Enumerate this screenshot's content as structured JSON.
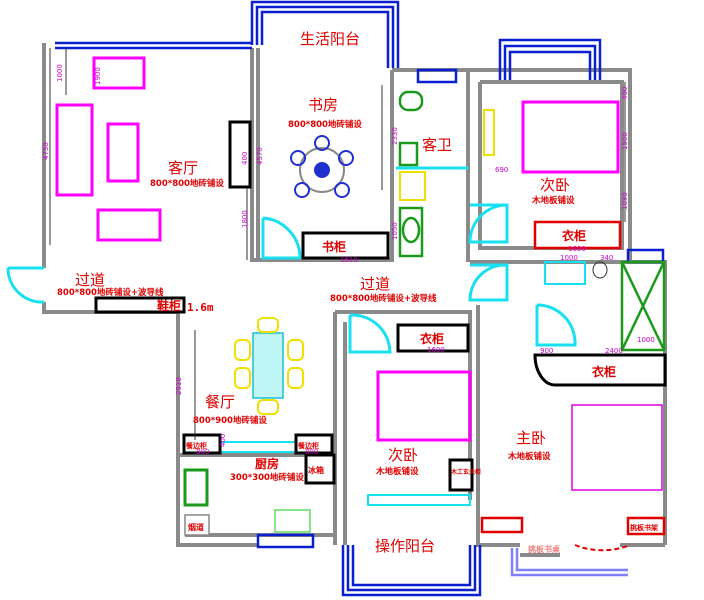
{
  "rooms": {
    "living_balcony": "生活阳台",
    "study": "书房",
    "study_floor": "800*800地砖铺设",
    "living": "客厅",
    "living_floor": "800*800地砖铺设",
    "guest_bath": "客卫",
    "bedroom2": "次卧",
    "bedroom2_floor": "木地板铺设",
    "hall_left": "过道",
    "hall_left_floor": "800*800地砖铺设+波导线",
    "hall_center": "过道",
    "hall_center_floor": "800*800地砖铺设+波导线",
    "dining": "餐厅",
    "dining_floor": "800*900地砖铺设",
    "kitchen": "厨房",
    "kitchen_floor": "300*300地砖铺设",
    "bedroom3": "次卧",
    "bedroom3_floor": "木地板铺设",
    "utility_balcony": "操作阳台",
    "master": "主卧",
    "master_floor": "木地板铺设"
  },
  "fixtures": {
    "bookcase": "书柜",
    "wardrobe_bed2": "衣柜",
    "wardrobe_bed3": "衣柜",
    "wardrobe_master": "衣柜",
    "shoe_cabinet": "鞋柜",
    "shoe_cabinet_height": "1.6m",
    "sideboard_left": "餐边柜",
    "sideboard_right": "餐边柜",
    "fridge": "冰箱",
    "flue": "烟道",
    "entry_cabinet": "木工玄关柜",
    "desk": "挑板书桌",
    "shelf": "挑板书架"
  },
  "dimensions": {
    "living_top": "1000",
    "living_left": "4750",
    "living_sofa": "1900",
    "tv_wall": "400",
    "study_left": "4570",
    "study_door": "1800",
    "bookcase_w": "1610",
    "bath_h": "2330",
    "bath_sink": "1050",
    "bed2_a": "490",
    "bed2_b": "1500",
    "bed2_c": "1030",
    "bed2_left": "690",
    "wardrobe2_w": "1600",
    "master_sink": "1000",
    "master_wc": "340",
    "shower_w": "1000",
    "master_arc": "900",
    "master_wardrobe_w": "2400",
    "wardrobe3_w": "1600",
    "dining_h": "2510",
    "sideboard_w_left": "800",
    "sideboard_w_right": "800",
    "sideboard_d": "400"
  }
}
